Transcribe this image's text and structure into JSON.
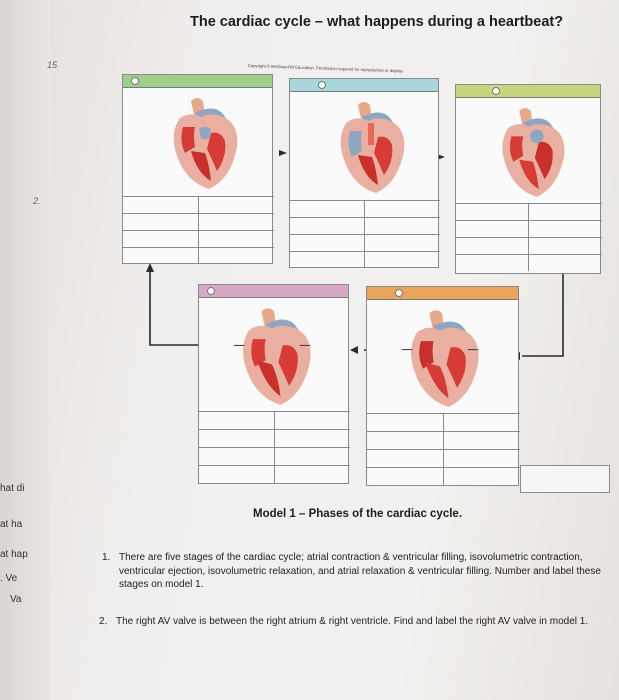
{
  "title": "The cardiac cycle – what happens during a heartbeat?",
  "copyright": "Copyright © McGraw-Hill Education. Permission required for reproduction or display.",
  "margin_numbers": [
    "15",
    "2."
  ],
  "left_edge_fragments": [
    "hat di",
    "at ha",
    "at hap",
    ". Ve",
    "Va"
  ],
  "model_caption": "Model 1 – Phases of the cardiac cycle.",
  "questions": [
    {
      "number": "1.",
      "text": "There are five stages of the cardiac cycle; atrial contraction & ventricular filling, isovolumetric contraction, ventricular ejection, isovolumetric relaxation, and atrial relaxation & ventricular filling. Number and label these stages on model 1."
    },
    {
      "number": "2.",
      "text": "The right AV valve is between the right atrium & right ventricle. Find and label the right AV valve in model 1."
    }
  ],
  "panels": [
    {
      "id": "p1",
      "header_color": "#9ecf8a"
    },
    {
      "id": "p2",
      "header_color": "#a9d6da"
    },
    {
      "id": "p3",
      "header_color": "#c6d67e"
    },
    {
      "id": "p4",
      "header_color": "#d9a8c4"
    },
    {
      "id": "p5",
      "header_color": "#e9a35a"
    }
  ]
}
